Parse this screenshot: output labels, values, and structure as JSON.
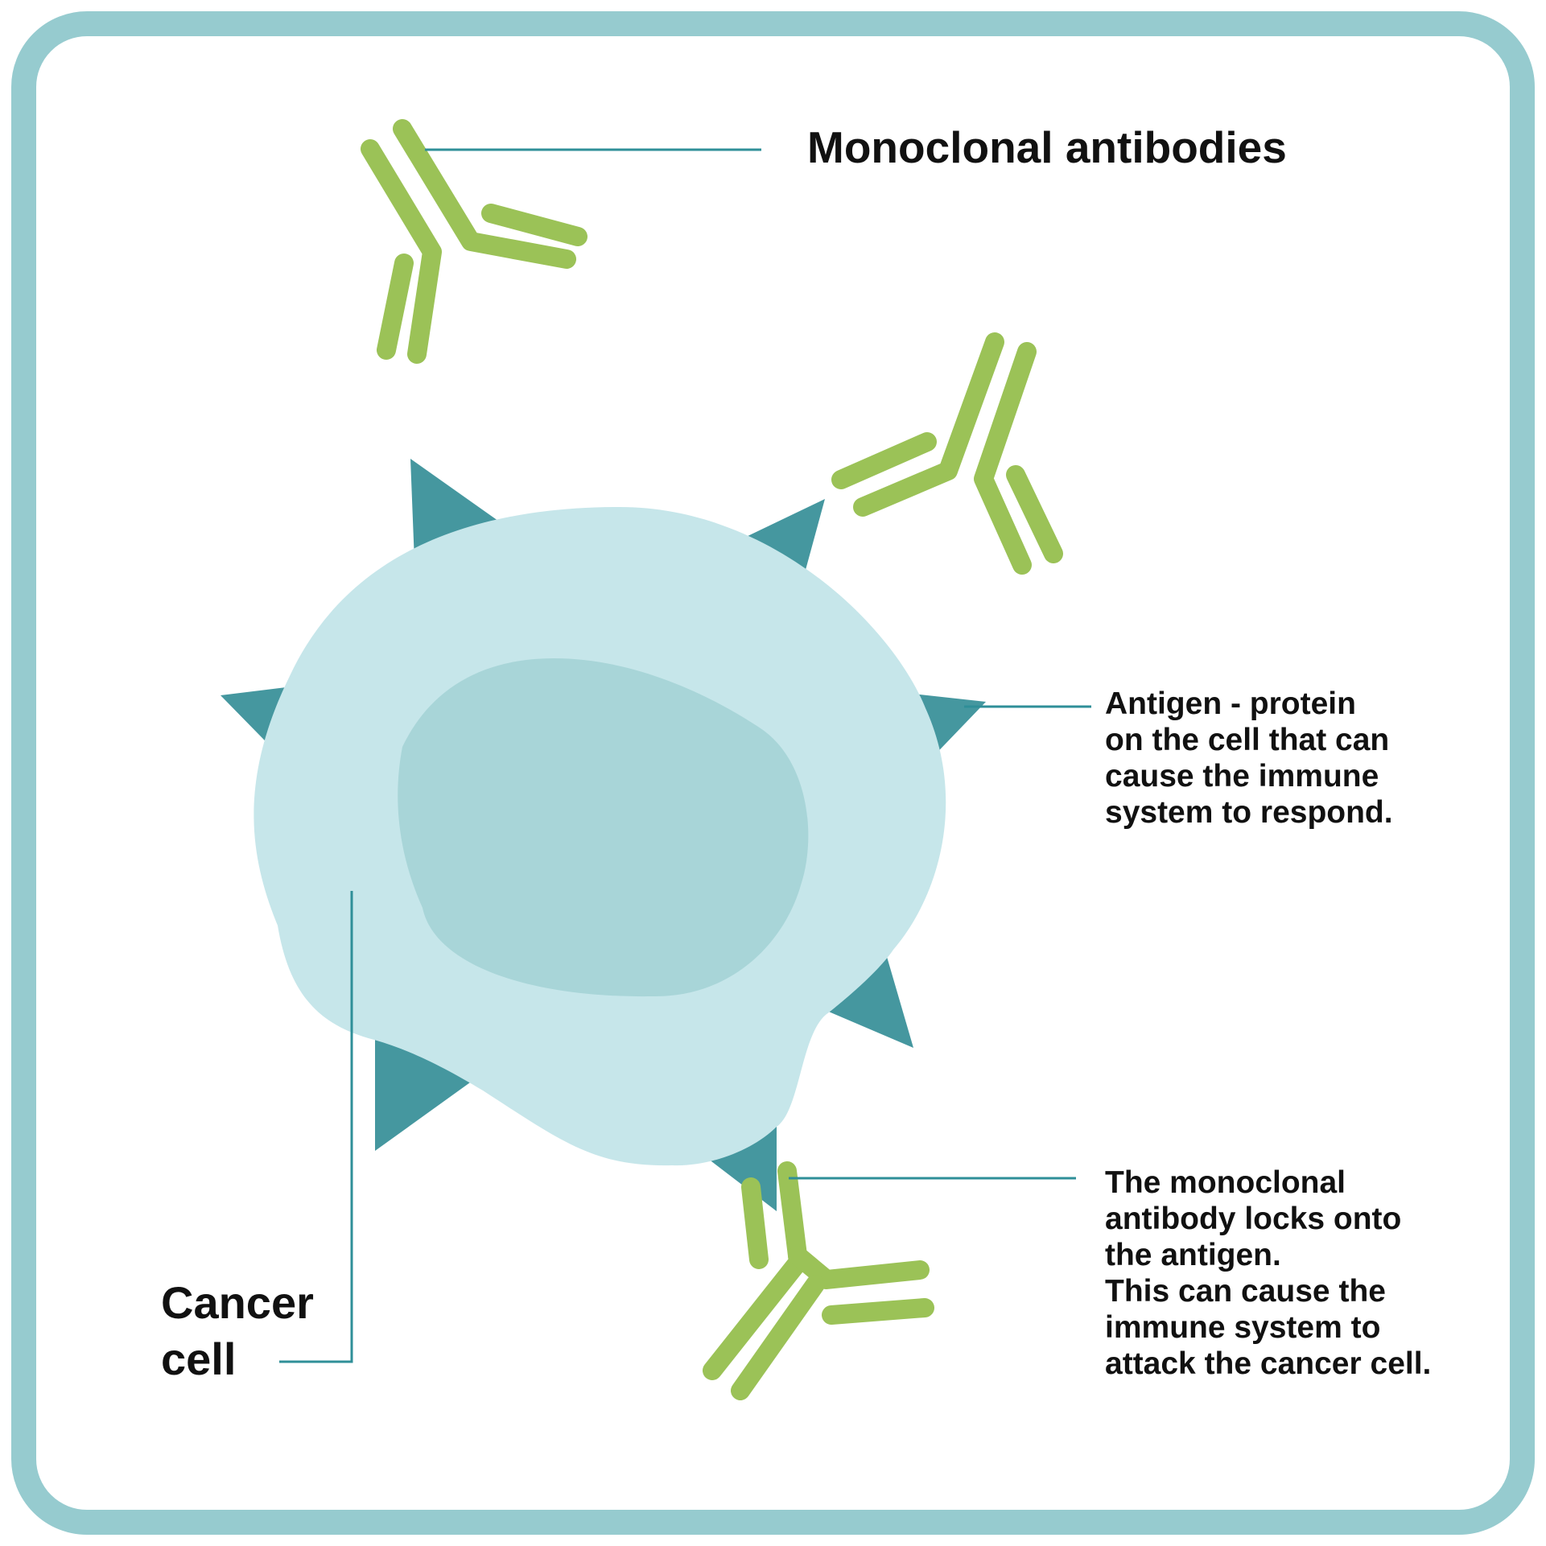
{
  "colors": {
    "border": "#96cbcf",
    "cell_body": "#c6e6ea",
    "nucleus": "#a8d5d8",
    "antigen": "#45979f",
    "antibody": "#9bc257",
    "leader_line": "#2f8f98",
    "text": "#111111"
  },
  "labels": {
    "monoclonal_antibodies": "Monoclonal antibodies",
    "cancer_cell": {
      "lines": [
        "Cancer",
        "cell"
      ]
    },
    "antigen": {
      "lines": [
        "Antigen - protein",
        "on the cell that can",
        "cause the immune",
        "system to respond."
      ]
    },
    "antibody_locks": {
      "lines": [
        "The monoclonal",
        "antibody locks onto",
        "the antigen.",
        "This can cause the",
        "immune system to",
        "attack the cancer cell."
      ]
    }
  },
  "icons": [
    "antibody-icon",
    "antigen-spike-icon",
    "cancer-cell-icon",
    "nucleus-icon"
  ]
}
